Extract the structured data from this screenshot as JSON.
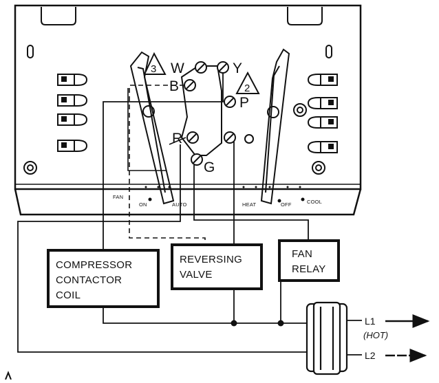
{
  "terminals": {
    "w": "W",
    "y": "Y",
    "b": "B",
    "p": "P",
    "r": "R",
    "g": "G"
  },
  "markers": {
    "left": "3",
    "right": "2"
  },
  "switch_labels": {
    "fan": "FAN",
    "on": "ON",
    "auto": "AUTO",
    "heat": "HEAT",
    "off": "OFF",
    "cool": "COOL"
  },
  "components": {
    "compressor": [
      "COMPRESSOR",
      "CONTACTOR",
      "COIL"
    ],
    "reversing": [
      "REVERSING",
      "VALVE"
    ],
    "fan_relay": [
      "FAN",
      "RELAY"
    ]
  },
  "power": {
    "l1": "L1",
    "hot": "(HOT)",
    "l2": "L2"
  }
}
